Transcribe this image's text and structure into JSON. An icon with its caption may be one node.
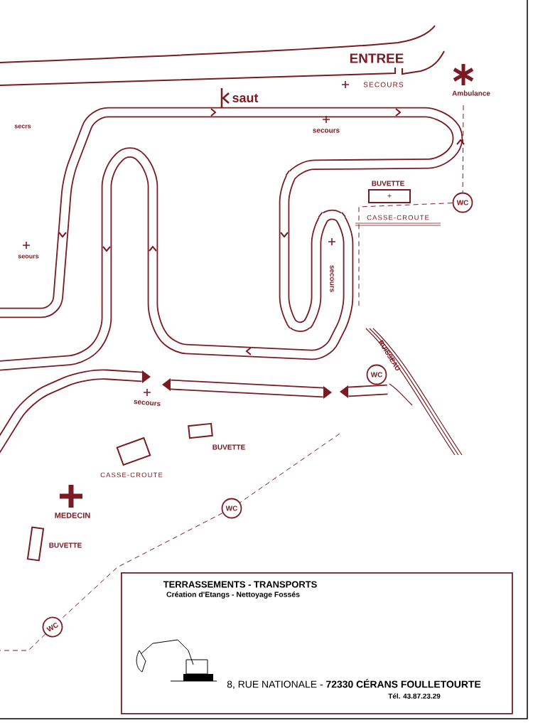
{
  "diagram": {
    "nodes": [
      {
        "text": [
          "BUVETTE",
          "+"
        ]
      },
      {
        "text": [
          "WC"
        ]
      },
      {
        "text": [
          "WC"
        ]
      },
      {
        "text": [
          "BUVETTE"
        ]
      },
      {
        "text": [
          "CASSE-CROUTE"
        ]
      },
      {
        "text": [
          "WC"
        ]
      },
      {
        "text": [
          "BUVETTE"
        ]
      },
      {
        "text": [
          "WC"
        ]
      },
      {
        "text": [
          "TERRASSEMENTS - TRANSPORTS",
          "Création d'Etangs - Nettoyage Fossés",
          "8, RUE NATIONALE - **72330 CÉRANS FOULLETOURTE**",
          "Tél. 43.87.23.29"
        ]
      }
    ],
    "edges": [
      {
        "from": null,
        "to": 1,
        "arrow": "none",
        "style": "dashed"
      },
      {
        "from": 1,
        "to": null,
        "arrow": "none",
        "style": "dashed"
      },
      {
        "from": null,
        "to": 5,
        "arrow": "none",
        "style": "dashed"
      },
      {
        "from": 5,
        "to": 7,
        "arrow": "none",
        "style": "dashed"
      },
      {
        "from": 7,
        "to": null,
        "arrow": "none",
        "style": "dashed"
      }
    ],
    "labels": [
      "ENTREE",
      "SECOURS",
      "Ambulance",
      "saut",
      "secrs",
      "secours",
      "CASSE-CROUTE",
      "seours",
      "secours",
      "RUISSEAU",
      "secours",
      "MEDECIN"
    ]
  }
}
